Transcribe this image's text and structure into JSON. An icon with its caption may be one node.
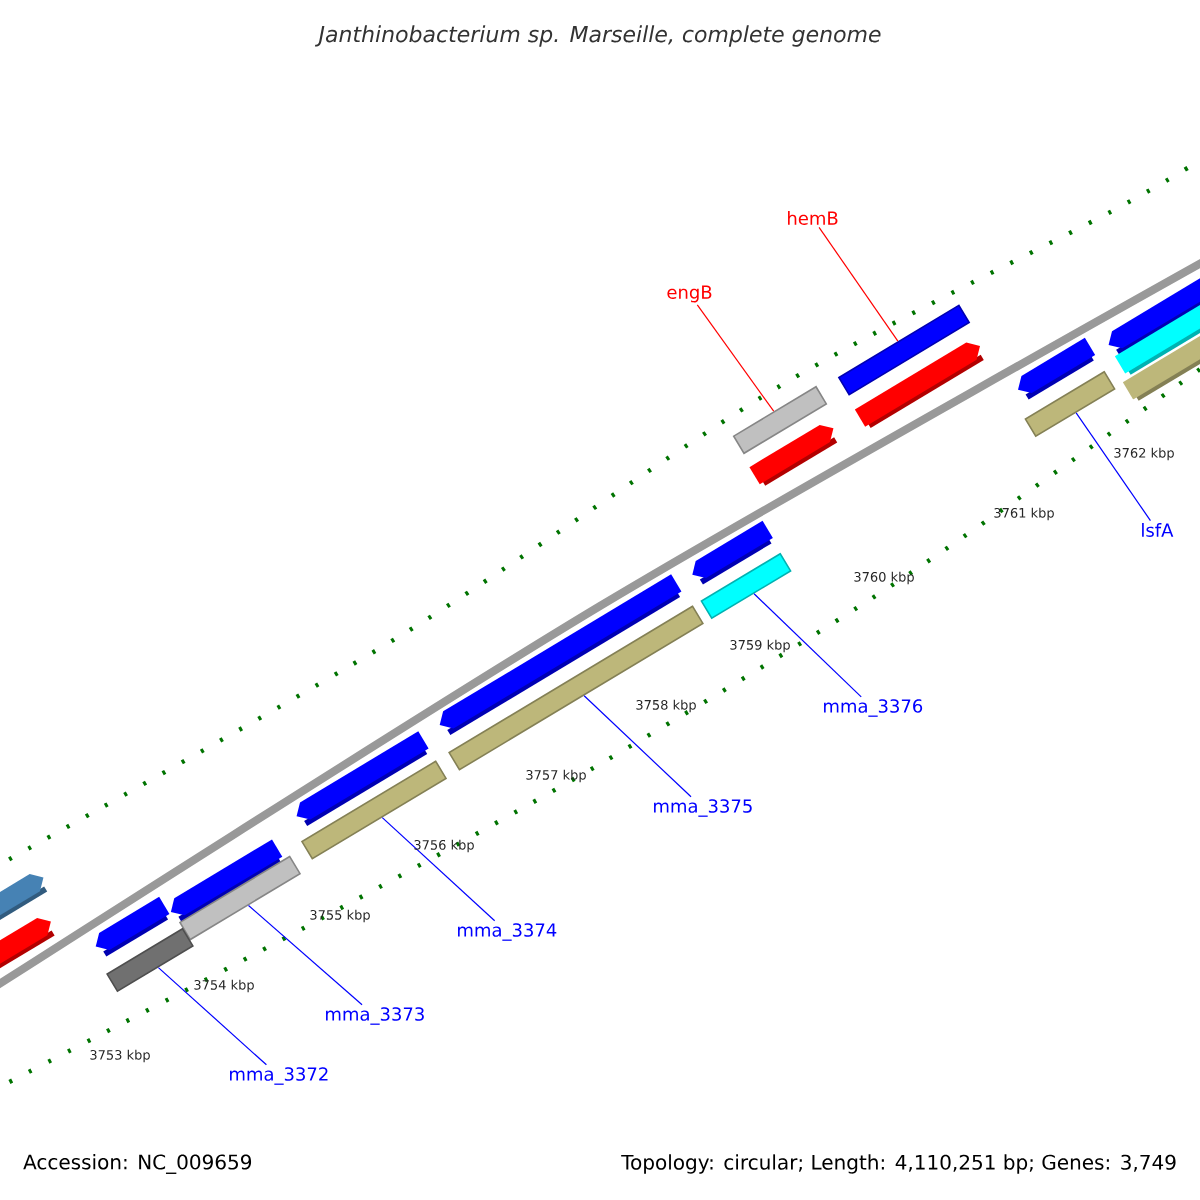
{
  "diagram": {
    "title": "Janthinobacterium sp. Marseille, complete genome",
    "nodes": [
      {
        "text": [
          "hemB"
        ]
      },
      {
        "text": [
          "engB"
        ]
      },
      {
        "text": [
          "mma_3376"
        ]
      },
      {
        "text": [
          "lsfA"
        ]
      },
      {
        "text": [
          "mma_3375"
        ]
      },
      {
        "text": [
          "mma_3374"
        ]
      },
      {
        "text": [
          "mma_3373"
        ]
      },
      {
        "text": [
          "mma_3372"
        ]
      },
      {
        "text": [],
        "shape": "bar"
      },
      {
        "text": [],
        "shape": "bar"
      },
      {
        "text": [],
        "shape": "bar"
      },
      {
        "text": [],
        "shape": "bar"
      },
      {
        "text": [],
        "shape": "bar"
      },
      {
        "text": [],
        "shape": "bar"
      },
      {
        "text": [],
        "shape": "bar"
      },
      {
        "text": [],
        "shape": "bar"
      }
    ],
    "edges": [
      {
        "from": 0,
        "to": 8,
        "arrow": "none",
        "color": "#ff0000"
      },
      {
        "from": 1,
        "to": 9,
        "arrow": "none",
        "color": "#ff0000"
      },
      {
        "from": 2,
        "to": 10,
        "arrow": "none"
      },
      {
        "from": 3,
        "to": 11,
        "arrow": "none"
      },
      {
        "from": 4,
        "to": 12,
        "arrow": "none"
      },
      {
        "from": 5,
        "to": 13,
        "arrow": "none"
      },
      {
        "from": 6,
        "to": 14,
        "arrow": "none"
      },
      {
        "from": 7,
        "to": 15,
        "arrow": "none"
      }
    ],
    "labels": [
      "3762 kbp",
      "3761 kbp",
      "3760 kbp",
      "3759 kbp",
      "3758 kbp",
      "3757 kbp",
      "3756 kbp",
      "3755 kbp",
      "3754 kbp",
      "3753 kbp",
      "Accession: NC_009659",
      "Topology: circular; Length: 4,110,251 bp; Genes: 3,749"
    ]
  }
}
